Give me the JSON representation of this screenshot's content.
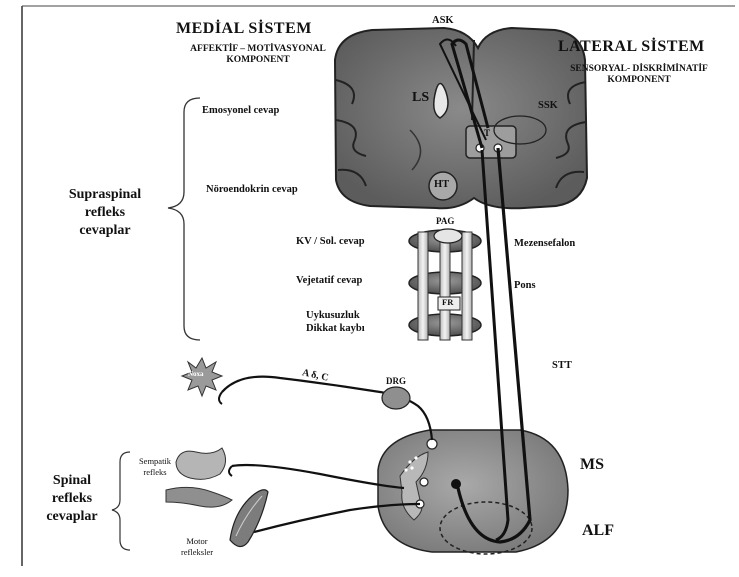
{
  "medial": {
    "title": "MEDİAL SİSTEM",
    "sub1": "AFFEKTİF – MOTİVASYONAL",
    "sub2": "KOMPONENT"
  },
  "lateral": {
    "title": "LATERAL SİSTEM",
    "sub1": "SENSORYAL- DİSKRİMİNATİF",
    "sub2": "KOMPONENT"
  },
  "brain": {
    "ask": "ASK",
    "ls": "LS",
    "ssk": "SSK",
    "t": "T",
    "ht": "HT",
    "pag": "PAG",
    "fr": "FR"
  },
  "responses": {
    "emosyonel": "Emosyonel cevap",
    "norendokrin": "Nöroendokrin cevap",
    "kv": "KV / Sol. cevap",
    "vejetatif": "Vejetatif cevap",
    "uyku1": "Uykusuzluk",
    "uyku2": "Dikkat kaybı"
  },
  "regions": {
    "mezensefalon": "Mezensefalon",
    "pons": "Pons",
    "stt": "STT",
    "ms": "MS",
    "alf": "ALF",
    "drg": "DRG",
    "fibers": "A δ, C",
    "noxa": "Noxa"
  },
  "supraspinal": {
    "l1": "Supraspinal",
    "l2": "refleks",
    "l3": "cevaplar"
  },
  "spinal": {
    "l1": "Spinal",
    "l2": "refleks",
    "l3": "cevaplar",
    "sempatik1": "Sempatik",
    "sempatik2": "refleks",
    "motor1": "Motor",
    "motor2": "refleksler"
  }
}
